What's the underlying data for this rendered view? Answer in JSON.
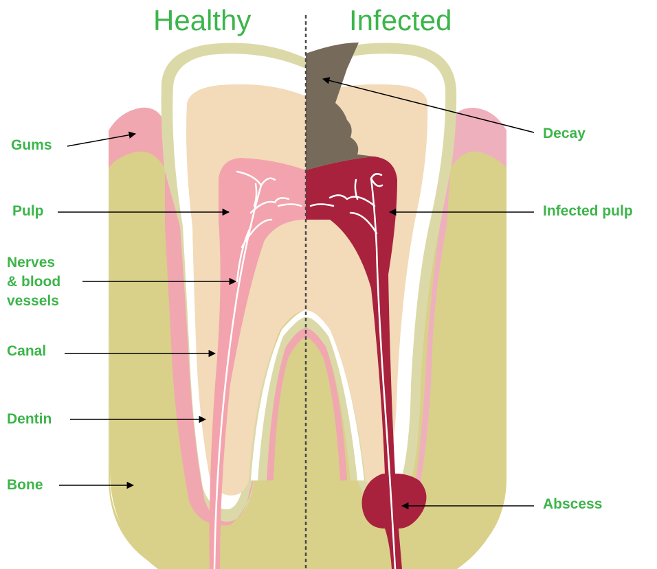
{
  "headings": {
    "healthy": "Healthy",
    "infected": "Infected"
  },
  "labels": {
    "gums": "Gums",
    "pulp": "Pulp",
    "nerves_line1": "Nerves",
    "nerves_line2": "& blood",
    "nerves_line3": "vessels",
    "canal": "Canal",
    "dentin": "Dentin",
    "bone": "Bone",
    "decay": "Decay",
    "infected_pulp": "Infected pulp",
    "abscess": "Abscess"
  },
  "colors": {
    "label_green": "#3cb54a",
    "bone": "#d9d08a",
    "gum": "#f1a7b0",
    "enamel": "#dcd9a8",
    "dentin": "#f3dab8",
    "pulp_healthy": "#f3a3ad",
    "pulp_infected": "#a8223e",
    "decay": "#766a5a",
    "nerve": "#ffffff",
    "arrow": "#000000",
    "divider": "#4a4a4a"
  }
}
